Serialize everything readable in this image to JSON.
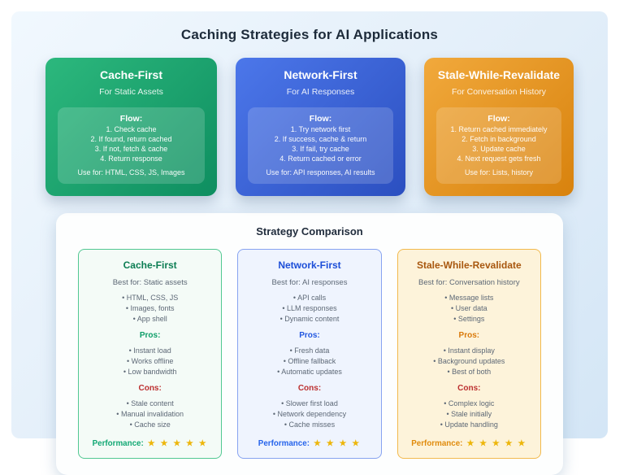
{
  "page": {
    "title": "Caching Strategies for AI Applications"
  },
  "strategies": [
    {
      "name": "Cache-First",
      "subtitle": "For Static Assets",
      "flow_heading": "Flow:",
      "flow_steps": [
        "1. Check cache",
        "2. If found, return cached",
        "3. If not, fetch & cache",
        "4. Return response"
      ],
      "use_for": "Use for: HTML, CSS, JS, Images",
      "color_start": "#2cb87d",
      "color_end": "#0e8e60"
    },
    {
      "name": "Network-First",
      "subtitle": "For AI Responses",
      "flow_heading": "Flow:",
      "flow_steps": [
        "1. Try network first",
        "2. If success, cache & return",
        "3. If fail, try cache",
        "4. Return cached or error"
      ],
      "use_for": "Use for: API responses, AI results",
      "color_start": "#4c77ea",
      "color_end": "#2b4fc0"
    },
    {
      "name": "Stale-While-Revalidate",
      "subtitle": "For Conversation History",
      "flow_heading": "Flow:",
      "flow_steps": [
        "1. Return cached immediately",
        "2. Fetch in background",
        "3. Update cache",
        "4. Next request gets fresh"
      ],
      "use_for": "Use for: Lists, history",
      "color_start": "#f1a93c",
      "color_end": "#d8820d"
    }
  ],
  "comparison": {
    "title": "Strategy Comparison",
    "cards": [
      {
        "name": "Cache-First",
        "best_for": "Best for: Static assets",
        "items": [
          "HTML, CSS, JS",
          "Images, fonts",
          "App shell"
        ],
        "pros_label": "Pros:",
        "pros": [
          "Instant load",
          "Works offline",
          "Low bandwidth"
        ],
        "cons_label": "Cons:",
        "cons": [
          "Stale content",
          "Manual invalidation",
          "Cache size"
        ],
        "performance_label": "Performance:",
        "stars": 5,
        "border_color": "#52c892",
        "background": "#f4fbf7",
        "title_color": "#0c7d53",
        "accent_color": "#0d9e68"
      },
      {
        "name": "Network-First",
        "best_for": "Best for: AI responses",
        "items": [
          "API calls",
          "LLM responses",
          "Dynamic content"
        ],
        "pros_label": "Pros:",
        "pros": [
          "Fresh data",
          "Offline fallback",
          "Automatic updates"
        ],
        "cons_label": "Cons:",
        "cons": [
          "Slower first load",
          "Network dependency",
          "Cache misses"
        ],
        "performance_label": "Performance:",
        "stars": 4,
        "border_color": "#87a3f0",
        "background": "#eff4fe",
        "title_color": "#1c4ed8",
        "accent_color": "#2257e0"
      },
      {
        "name": "Stale-While-Revalidate",
        "best_for": "Best for: Conversation history",
        "items": [
          "Message lists",
          "User data",
          "Settings"
        ],
        "pros_label": "Pros:",
        "pros": [
          "Instant display",
          "Background updates",
          "Best of both"
        ],
        "cons_label": "Cons:",
        "cons": [
          "Complex logic",
          "Stale initially",
          "Update handling"
        ],
        "performance_label": "Performance:",
        "stars": 5,
        "border_color": "#f2b94d",
        "background": "#fdf3da",
        "title_color": "#a8570e",
        "accent_color": "#d9790a"
      }
    ]
  },
  "colors": {
    "page_background_gradient": [
      "#f1f8fe",
      "#d4e6f6"
    ],
    "cons_red": "#bc2f2f",
    "star_gold": "#edb60b",
    "title_text": "#1d2b3a",
    "body_text": "#5d6876"
  }
}
